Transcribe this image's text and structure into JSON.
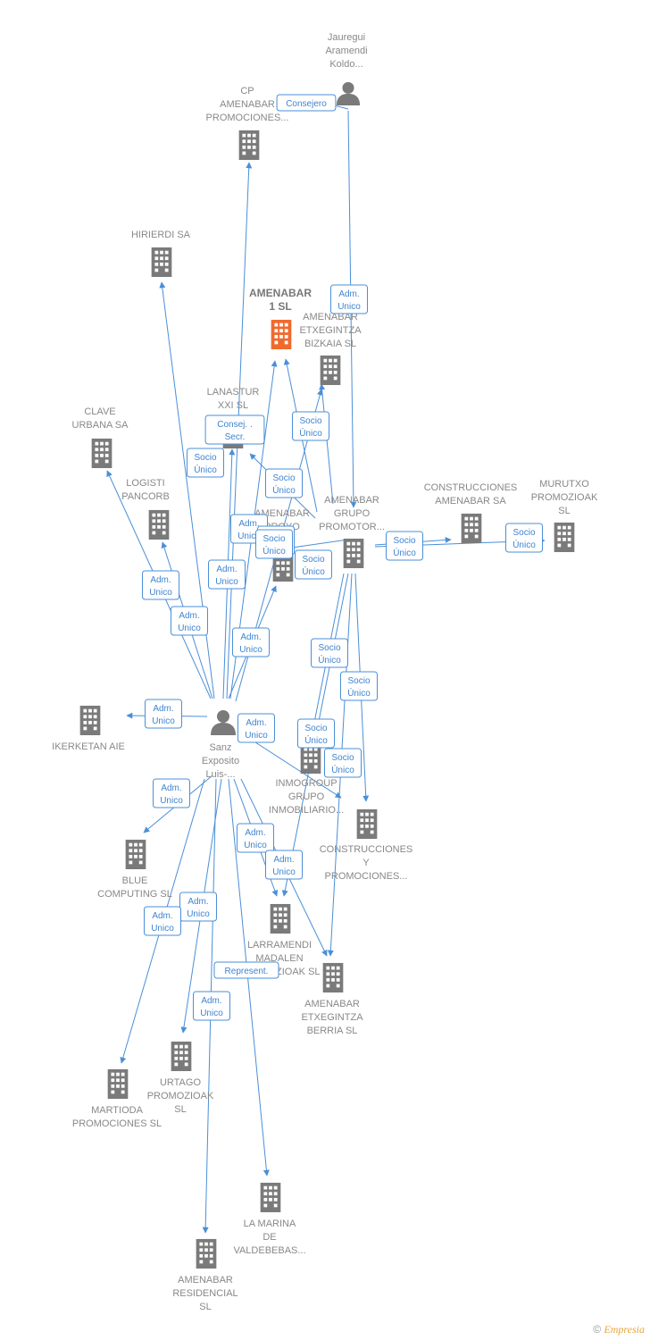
{
  "colors": {
    "edge": "#4a8fd8",
    "company": "#7a7a7a",
    "focus_company": "#f06a2e",
    "person": "#7a7a7a"
  },
  "nodes": [
    {
      "id": "jauregui",
      "type": "person",
      "lines": [
        "Jauregui",
        "Aramendi",
        "Koldo..."
      ]
    },
    {
      "id": "cp",
      "type": "company",
      "lines": [
        "CP",
        "AMENABAR",
        "PROMOCIONES..."
      ]
    },
    {
      "id": "hirierdi",
      "type": "company",
      "lines": [
        "HIRIERDI SA"
      ]
    },
    {
      "id": "amenabar1",
      "type": "company",
      "focus": true,
      "lines": [
        "AMENABAR",
        "1  SL"
      ]
    },
    {
      "id": "etxegintza_bizkaia",
      "type": "company",
      "lines": [
        "AMENABAR",
        "ETXEGINTZA",
        "BIZKAIA  SL"
      ]
    },
    {
      "id": "lanastur",
      "type": "company",
      "lines": [
        "LANASTUR",
        "XXI SL"
      ]
    },
    {
      "id": "clave",
      "type": "company",
      "lines": [
        "CLAVE",
        "URBANA SA"
      ]
    },
    {
      "id": "logisti",
      "type": "company",
      "lines": [
        "LOGISTI",
        "PANCORB"
      ]
    },
    {
      "id": "aproyo",
      "type": "company",
      "lines": [
        "AMENABAR",
        "PROYO"
      ]
    },
    {
      "id": "grupo_promotor",
      "type": "company",
      "lines": [
        "AMENABAR",
        "GRUPO",
        "PROMOTOR..."
      ]
    },
    {
      "id": "construcciones_amenabar",
      "type": "company",
      "lines": [
        "CONSTRUCCIONES",
        "AMENABAR SA"
      ]
    },
    {
      "id": "murutxo",
      "type": "company",
      "lines": [
        "MURUTXO",
        "PROMOZIOAK",
        "SL"
      ]
    },
    {
      "id": "ikerketan",
      "type": "company",
      "lines": [
        "IKERKETAN AIE"
      ]
    },
    {
      "id": "sanz",
      "type": "person",
      "lines": [
        "Sanz",
        "Exposito",
        "Luis-..."
      ]
    },
    {
      "id": "inmogroup",
      "type": "company",
      "lines": [
        "INMOGROUP",
        "GRUPO",
        "INMOBILIARIO..."
      ]
    },
    {
      "id": "construcciones_promociones",
      "type": "company",
      "lines": [
        "CONSTRUCCIONES",
        "Y",
        "PROMOCIONES..."
      ]
    },
    {
      "id": "blue",
      "type": "company",
      "lines": [
        "BLUE",
        "COMPUTING SL"
      ]
    },
    {
      "id": "larramendi",
      "type": "company",
      "lines": [
        "LARRAMENDI",
        "MADALEN",
        "PROMOZIOAK SL"
      ]
    },
    {
      "id": "etxegintza_berria",
      "type": "company",
      "lines": [
        "AMENABAR",
        "ETXEGINTZA",
        "BERRIA  SL"
      ]
    },
    {
      "id": "urtago",
      "type": "company",
      "lines": [
        "URTAGO",
        "PROMOZIOAK",
        "SL"
      ]
    },
    {
      "id": "martioda",
      "type": "company",
      "lines": [
        "MARTIODA",
        "PROMOCIONES SL"
      ]
    },
    {
      "id": "marina",
      "type": "company",
      "lines": [
        "LA MARINA",
        "DE",
        "VALDEBEBAS..."
      ]
    },
    {
      "id": "residencial",
      "type": "company",
      "lines": [
        "AMENABAR",
        "RESIDENCIAL",
        "SL"
      ]
    }
  ],
  "edges": [
    {
      "from": "jauregui",
      "to": "cp",
      "label": [
        "Consejero"
      ]
    },
    {
      "from": "jauregui",
      "to": "grupo_promotor",
      "label": [
        "Adm.",
        "Unico"
      ]
    },
    {
      "from": "sanz",
      "to": "cp",
      "label": [
        "Consej. .",
        "Secr."
      ]
    },
    {
      "from": "sanz",
      "to": "hirierdi",
      "label": [
        "Socio",
        "Único"
      ]
    },
    {
      "from": "sanz",
      "to": "amenabar1",
      "label": [
        "Adm.",
        "Unico"
      ]
    },
    {
      "from": "sanz",
      "to": "lanastur",
      "label": [
        "Adm.",
        "Unico"
      ]
    },
    {
      "from": "sanz",
      "to": "clave",
      "label": [
        "Adm.",
        "Unico"
      ]
    },
    {
      "from": "sanz",
      "to": "logisti",
      "label": [
        "Adm.",
        "Unico"
      ]
    },
    {
      "from": "sanz",
      "to": "aproyo",
      "label": [
        "Adm.",
        "Unico"
      ]
    },
    {
      "from": "sanz",
      "to": "etxegintza_bizkaia",
      "label": [
        "Adm.",
        "Unico"
      ]
    },
    {
      "from": "sanz",
      "to": "ikerketan",
      "label": [
        "Adm.",
        "Unico"
      ]
    },
    {
      "from": "sanz",
      "to": "inmogroup",
      "label": [
        "Adm.",
        "Unico"
      ]
    },
    {
      "from": "sanz",
      "to": "blue",
      "label": [
        "Adm.",
        "Unico"
      ]
    },
    {
      "from": "sanz",
      "to": "larramendi",
      "label": [
        "Adm.",
        "Unico"
      ]
    },
    {
      "from": "sanz",
      "to": "etxegintza_berria",
      "label": [
        "Adm.",
        "Unico"
      ]
    },
    {
      "from": "sanz",
      "to": "urtago",
      "label": [
        "Adm.",
        "Unico"
      ]
    },
    {
      "from": "sanz",
      "to": "martioda",
      "label": [
        "Adm.",
        "Unico"
      ]
    },
    {
      "from": "sanz",
      "to": "marina",
      "label": [
        "Represent."
      ]
    },
    {
      "from": "sanz",
      "to": "residencial",
      "label": [
        "Adm.",
        "Unico"
      ]
    },
    {
      "from": "grupo_promotor",
      "to": "amenabar1",
      "label": [
        "Socio",
        "Único"
      ]
    },
    {
      "from": "grupo_promotor",
      "to": "etxegintza_bizkaia",
      "label": [
        "Socio",
        "Único"
      ]
    },
    {
      "from": "grupo_promotor",
      "to": "lanastur",
      "label": [
        "Socio",
        "Único"
      ]
    },
    {
      "from": "grupo_promotor",
      "to": "aproyo",
      "label": [
        "Socio",
        "Único"
      ]
    },
    {
      "from": "grupo_promotor",
      "to": "construcciones_amenabar",
      "label": [
        "Socio",
        "Único"
      ]
    },
    {
      "from": "grupo_promotor",
      "to": "murutxo",
      "label": [
        "Socio",
        "Único"
      ]
    },
    {
      "from": "grupo_promotor",
      "to": "larramendi",
      "label": [
        "Socio",
        "Único"
      ]
    },
    {
      "from": "grupo_promotor",
      "to": "construcciones_promociones",
      "label": [
        "Socio",
        "Único"
      ]
    },
    {
      "from": "grupo_promotor",
      "to": "inmogroup",
      "label": [
        "Socio",
        "Único"
      ]
    },
    {
      "from": "grupo_promotor",
      "to": "etxegintza_berria",
      "label": [
        "Socio",
        "Único"
      ]
    }
  ],
  "footer": {
    "copyright": "©",
    "brand": "Empresia"
  }
}
